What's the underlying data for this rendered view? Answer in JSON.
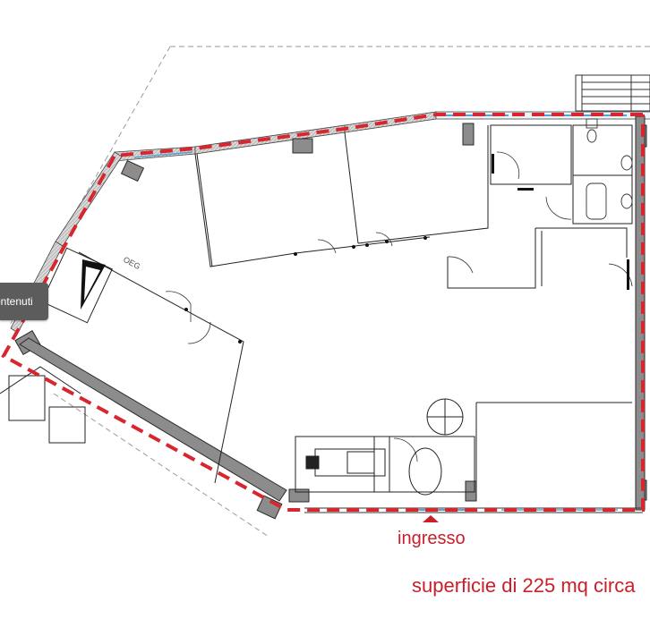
{
  "tooltip": {
    "label": "ontenuti"
  },
  "plan": {
    "entrance_label": "ingresso",
    "area_label": "superficie di 225 mq circa",
    "appliance_tag": "OEG"
  },
  "colors": {
    "boundary": "#d7262e",
    "wall_fill": "#8c8c8c",
    "wall_stroke": "#2a2a2a",
    "glazing": "#5aa0d0",
    "line": "#222222",
    "guide": "#9a9a9a"
  }
}
